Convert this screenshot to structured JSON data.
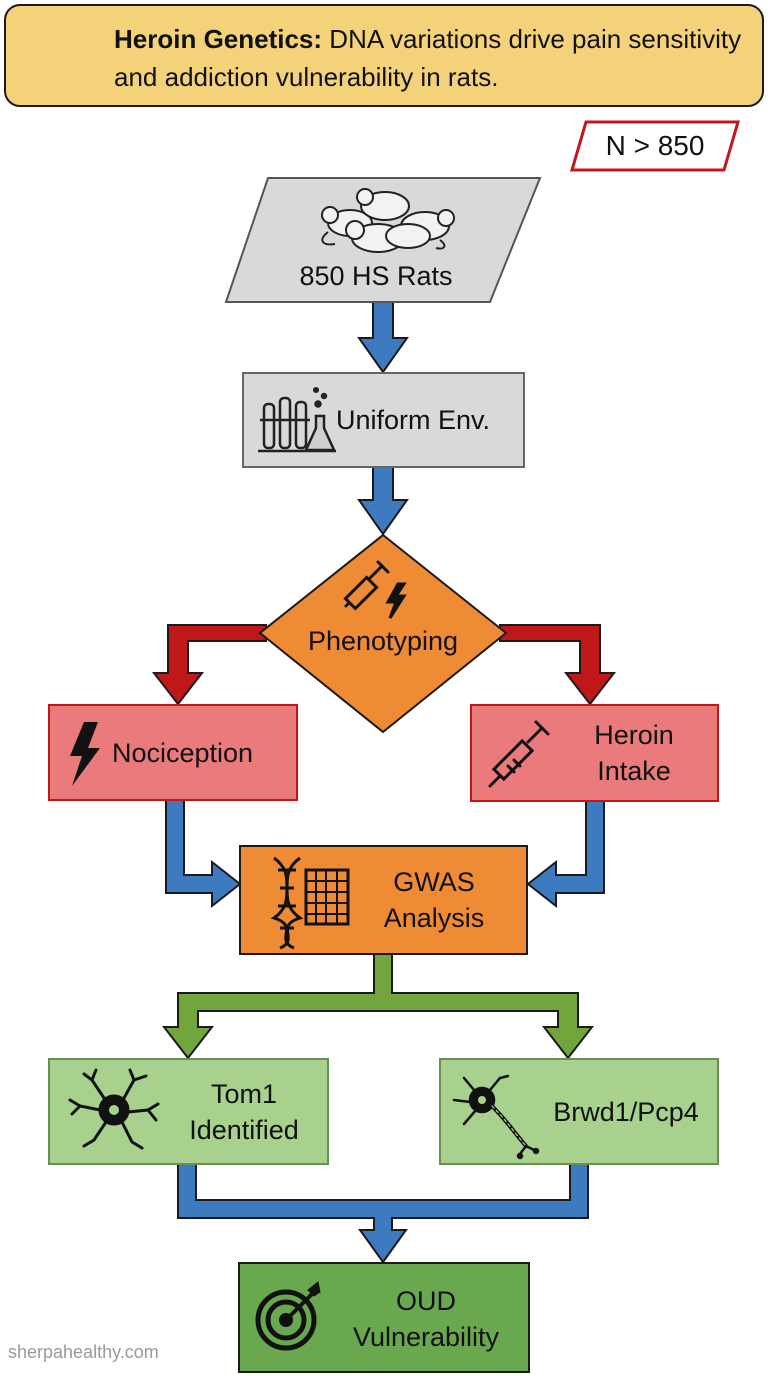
{
  "banner": {
    "title": "Heroin Genetics:",
    "text": "DNA variations drive pain sensitivity and addiction vulnerability in rats.",
    "icon": "dna-icon"
  },
  "badge": {
    "label": "N > 850"
  },
  "nodes": {
    "rats": {
      "label": "850 HS Rats",
      "icon": "rats-icon"
    },
    "env": {
      "label": "Uniform Env.",
      "icon": "lab-glassware-icon"
    },
    "phenotyping": {
      "label": "Phenotyping",
      "icon": "syringe-bolt-icon"
    },
    "nociception": {
      "label": "Nociception",
      "icon": "lightning-icon"
    },
    "heroin": {
      "line1": "Heroin",
      "line2": "Intake",
      "icon": "syringe-icon"
    },
    "gwas": {
      "line1": "GWAS",
      "line2": "Analysis",
      "icon": "dna-grid-icon"
    },
    "tom1": {
      "line1": "Tom1",
      "line2": "Identified",
      "icon": "neuron-icon"
    },
    "brwd1": {
      "label": "Brwd1/Pcp4",
      "icon": "neuron-axon-icon"
    },
    "oud": {
      "line1": "OUD",
      "line2": "Vulnerability",
      "icon": "target-icon"
    }
  },
  "colors": {
    "banner": "#f4d27a",
    "gray": "#d9d9d9",
    "orange": "#ef8a35",
    "red_box": "#ea7a7c",
    "green_box": "#a9d18e",
    "dark_green": "#6aa84f",
    "blue_arrow": "#3d7abf",
    "red_arrow": "#c0171b",
    "green_arrow": "#72a53b"
  },
  "watermark": "sherpahealthy.com"
}
